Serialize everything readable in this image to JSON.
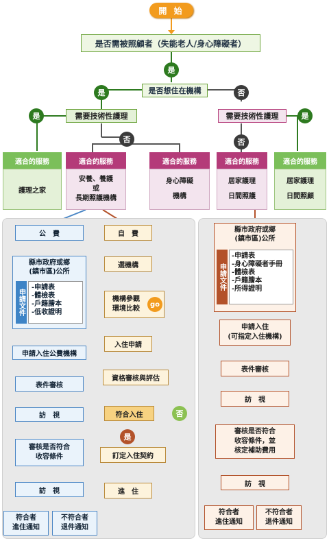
{
  "start": "開 始",
  "q1": "是否需被照顧者（失能老人/身心障礙者）",
  "q2": "是否想住在機構",
  "yes": "是",
  "no": "否",
  "need_skill": "需要技術性護理",
  "service_header": "適合的服務",
  "services": {
    "left": "護理之家",
    "mid1": [
      "安養、養護",
      "或",
      "長期照護機構"
    ],
    "mid2": [
      "身心障礙",
      "機構"
    ],
    "right1": [
      "居家護理",
      "日間照護"
    ],
    "right2": [
      "居家護理",
      "日間照顧"
    ]
  },
  "public": {
    "title": "公　費",
    "gov": [
      "縣市政府或鄉",
      "(鎮市區)公所"
    ],
    "tag": "申請文件",
    "docs": [
      "-申請表",
      "-體檢表",
      "-戶籍謄本",
      "-低收證明"
    ],
    "apply": "申請入住公費機構",
    "review": "表件審核",
    "visit": "訪　視",
    "check": [
      "審核是否符合",
      "收容條件"
    ],
    "visit2": "訪　視",
    "ok": [
      "符合者",
      "進住通知"
    ],
    "ng": [
      "不符合者",
      "退件通知"
    ]
  },
  "self": {
    "title": "自　費",
    "choose": "選機構",
    "compare": [
      "機構參觀",
      "環境比較"
    ],
    "go": "go",
    "apply": "入住申請",
    "assess": "資格審核與評估",
    "match": "符合入住",
    "contract": "訂定入住契約",
    "enter": "進　住"
  },
  "home": {
    "gov": [
      "縣市政府或鄉",
      "(鎮市區)公所"
    ],
    "tag": "申請文件",
    "docs": [
      "-申請表",
      "-身心障礙者手冊",
      "-體檢表",
      "-戶籍謄本",
      "-所得證明"
    ],
    "apply": [
      "申請入住",
      "(可指定入住機構)"
    ],
    "review": "表件審核",
    "visit": "訪　視",
    "check": [
      "審核是否符合",
      "收容條件，並",
      "核定補助費用"
    ],
    "visit2": "訪　視",
    "ok": [
      "符合者",
      "進住通知"
    ],
    "ng": [
      "不符合者",
      "退件通知"
    ]
  }
}
